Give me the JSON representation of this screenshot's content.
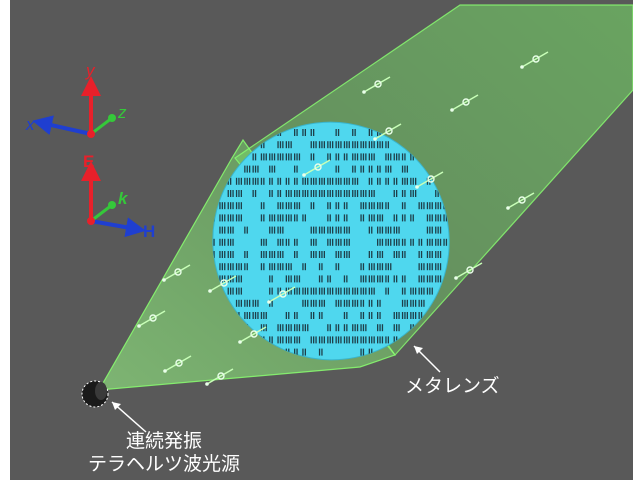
{
  "axes": {
    "y_label": "y",
    "z_label": "z",
    "x_label": "x",
    "e_label": "E",
    "k_label": "k",
    "h_label": "H"
  },
  "labels": {
    "metalens": "メタレンズ",
    "source_line1": "連続発振",
    "source_line2": "テラヘルツ波光源"
  },
  "colors": {
    "background": "#595959",
    "beam": "#7dff6a",
    "lens": "#4fd7ee",
    "axis_red": "#e8202a",
    "axis_blue": "#1f3fd0",
    "axis_green": "#35c83a"
  }
}
